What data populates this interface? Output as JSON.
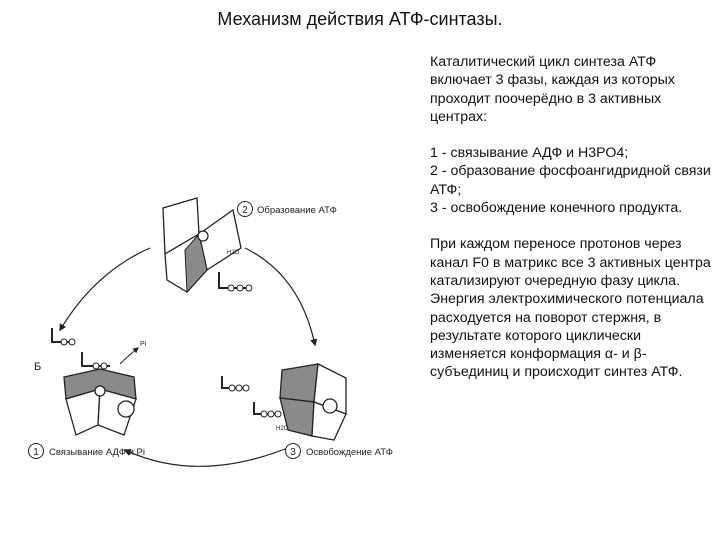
{
  "title": "Механизм действия АТФ-синтазы.",
  "intro": "Каталитический цикл синтеза АТФ включает 3 фазы, каждая из которых проходит поочерёдно в 3 активных центрах:",
  "phases": [
    "1 - связывание АДФ и Н3РО4;",
    "2 - образование фосфоангидридной связи АТФ;",
    "3 - освобождение конечного продукта."
  ],
  "conclusion": "При каждом переносе протонов через канал F0 в матрикс все 3 активных центра катализируют очередную фазу цикла. Энергия электрохимического потенциала расходуется на поворот стержня, в результате которого циклически изменяется конформация α- и β-субъединиц и происходит синтез АТФ.",
  "diagram": {
    "stage1": {
      "num": "1",
      "label": "Связывание АДФ и Pi"
    },
    "stage2": {
      "num": "2",
      "label": "Образование АТФ"
    },
    "stage3": {
      "num": "3",
      "label": "Освобождение АТФ"
    },
    "side_letter": "Б",
    "h2o_label": "H2O",
    "pi_label": "Pi"
  },
  "colors": {
    "shade": "#8a8a8a",
    "line": "#222222"
  }
}
